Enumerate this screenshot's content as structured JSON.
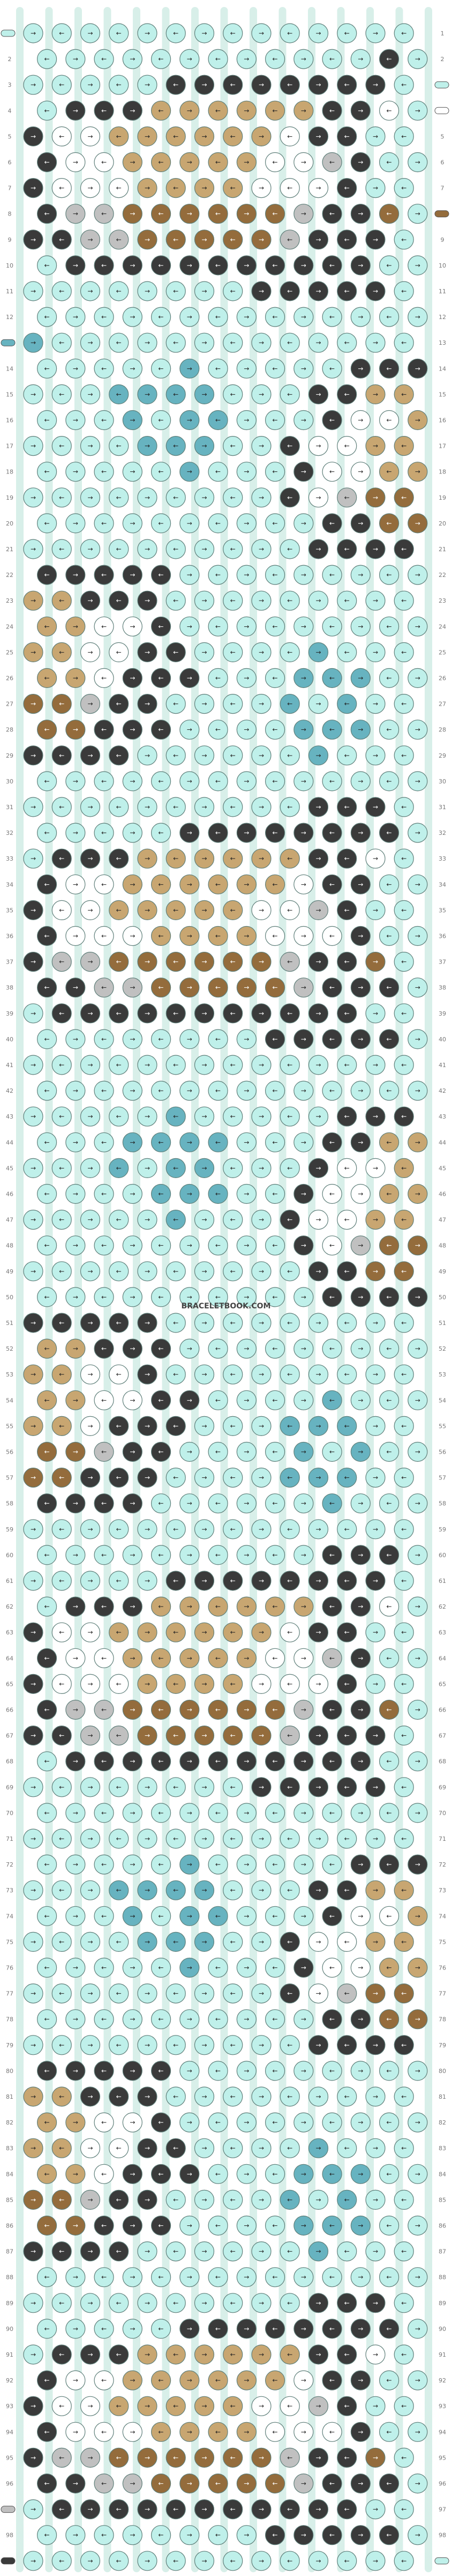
{
  "pattern": {
    "watermark": "BRACELETBOOK.COM",
    "rows": 99,
    "knot_columns": 14,
    "row_numbers": [
      1,
      2,
      3,
      4,
      5,
      6,
      7,
      8,
      9,
      10,
      11,
      12,
      13,
      14,
      15,
      16,
      17,
      18,
      19,
      20,
      21,
      22,
      23,
      24,
      25,
      26,
      27,
      28,
      29,
      30,
      31,
      32,
      33,
      34,
      35,
      36,
      37,
      38,
      39,
      40,
      41,
      42,
      43,
      44,
      45,
      46,
      47,
      48,
      49,
      50,
      51,
      52,
      53,
      54,
      55,
      56,
      57,
      58,
      59,
      60,
      61,
      62,
      63,
      64,
      65,
      66,
      67,
      68,
      69,
      70,
      71,
      72,
      73,
      74,
      75,
      76,
      77,
      78,
      79,
      80,
      81,
      82,
      83,
      84,
      85,
      86,
      87,
      88,
      89,
      90,
      91,
      92,
      93,
      94,
      95,
      96,
      97,
      98,
      99
    ],
    "colors": {
      "A": "#bff0ea",
      "B": "#3a3a3a",
      "C": "#c8a671",
      "D": "#ffffff",
      "E": "#c0c0c0",
      "F": "#946c3c",
      "G": "#67b3c0"
    },
    "knot_rows": [
      "AAAAAAAAAAAAAA",
      "AAAAAAAAAAAABA",
      "AAAAABBBBBBBBA",
      "ABBBCCCCCCBBDA",
      "BDDCCCCCCDBBAA",
      "BDDCCCCCDDEBAA",
      "BDDDCCCCDDDBAA",
      "BEEFFFFFFEBBFA",
      "BBEEFFFFFEBBBA",
      "ABBBBBBBBBBBAA",
      "AAAAAAAABBBBBA",
      "AAAAAAAAAAAAAA",
      "GAAAAAAAAAAAAA",
      "AAAAAGAAAAABBB",
      "AAAGGGGAAABBCC",
      "AAAGAGGAAABDDC",
      "AAAAGGGAABDDCC",
      "AAAAAGAAABDDCC",
      "AAAAAAAAABDEFF",
      "AAAAAAAAAABBFF",
      "AAAAAAAAAABBBB",
      "BBBBBAAAAAAAAA",
      "CCBBBAAAAAAAAA",
      "CCDDBAAAAAAAAA",
      "CCDDBBAAAAGAAA",
      "CCDBBBAAAGGGAA",
      "FFEBBAAAAGAGAA",
      "FFBBBAAAAGGGAA",
      "BBBBAAAAAAGAAA",
      "AAAAAAAAAAAAAA",
      "AAAAAAAAAABBBA",
      "AAAAABBBBBBBBA",
      "ABBBCCCCCCBBDA",
      "BDDCCCCCCDBBAA",
      "BDDCCCCCDDEBAA",
      "BDDDCCCCDDDBAA",
      "BEEFFFFFFEBBFA",
      "BBEEFFFFFEBBBA",
      "ABBBBBBBBBBBAA",
      "AAAAAAAABBBBBA",
      "AAAAAAAAAAAAAA",
      "AAAAAAAAAAAAAA",
      "AAAAAGAAAAABBB",
      "AAAGGGGAAABBCC",
      "AAAGAGGAAABDDC",
      "AAAAGGGAABDDCC",
      "AAAAAGAAABDDCC",
      "AAAAAAAAABDEFF",
      "AAAAAAAAAABBFF",
      "AAAAAAAAAABBBB",
      "BBBBBAAAAAAAAA",
      "CCBBBAAAAAAAAA",
      "CCDDBAAAAAAAAA",
      "CCDDBBAAAAGAAA",
      "CCDBBBAAAGGGAA",
      "FFEBBAAAAGAGAA",
      "FFBBBAAAAGGGAA",
      "BBBBAAAAAAGAAA",
      "AAAAAAAAAAAAAA",
      "AAAAAAAAAABBBA",
      "AAAAABBBBBBBBA",
      "ABBBCCCCCCBBDA",
      "BDDCCCCCCDBBAA",
      "BDDCCCCCDDEBAA",
      "BDDDCCCCDDDBAA",
      "BEEFFFFFFEBBFA",
      "BBEEFFFFFEBBBA",
      "ABBBBBBBBBBBAA",
      "AAAAAAAABBBBBA",
      "AAAAAAAAAAAAAA",
      "AAAAAAAAAAAAAA",
      "AAAAAGAAAAABBB",
      "AAAGGGGAAABBCC",
      "AAAGAGGAAABDDC",
      "AAAAGGGAABDDCC",
      "AAAAAGAAABDDCC",
      "AAAAAAAAABDEFF",
      "AAAAAAAAAABBFF",
      "AAAAAAAAAABBBB",
      "BBBBBAAAAAAAAA",
      "CCBBBAAAAAAAAA",
      "CCDDBAAAAAAAAA",
      "CCDDBBAAAAGAAA",
      "CCDBBBAAAGGGAA",
      "FFEBBAAAAGAGAA",
      "FFBBBAAAAGGGAA",
      "BBBBAAAAAAGAAA",
      "AAAAAAAAAAAAAA",
      "AAAAAAAAAABBBA",
      "AAAAABBBBBBBBA",
      "ABBBCCCCCCBBDA",
      "BDDCCCCCCDBBAA",
      "BDDCCCCCDDEBAA",
      "BDDDCCCCDDDBAA",
      "BEEFFFFFFEBBFA",
      "BBEEFFFFFEBBBA",
      "ABBBBBBBBBBBAA",
      "AAAAAAAABBBBBA",
      "AAAAAAAAAAAAAA"
    ],
    "strand_colors": [
      "A",
      "A",
      "A",
      "A",
      "A",
      "A",
      "A",
      "A",
      "A",
      "A",
      "A",
      "A",
      "A",
      "D",
      "A"
    ],
    "end_markers_left": {
      "1": "A",
      "13": "G",
      "97": "E",
      "99": "B"
    },
    "end_markers_right": {
      "3": "A",
      "4": "D",
      "8": "F",
      "99": "A"
    }
  }
}
